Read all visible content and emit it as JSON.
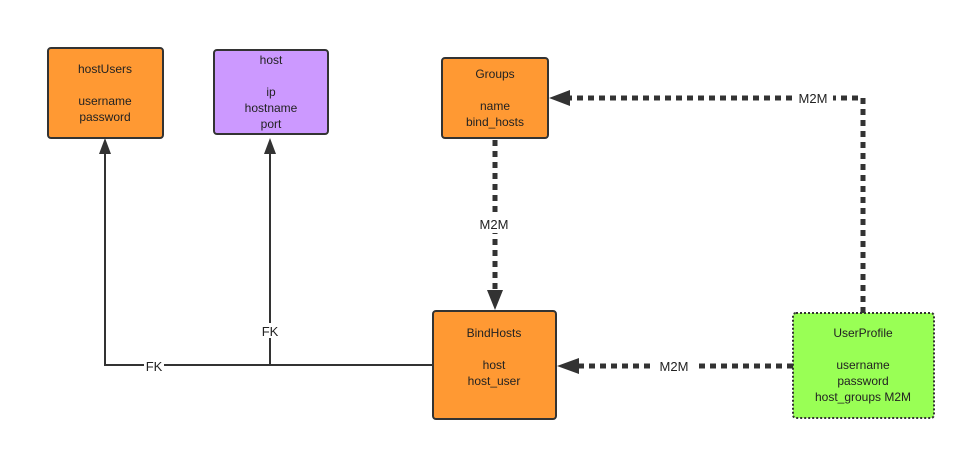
{
  "colors": {
    "entity_fill": "#ff9933",
    "host_fill": "#cc99ff",
    "profile_fill": "#99ff55",
    "border": "#333333",
    "line": "#333333"
  },
  "nodes": {
    "host_users": {
      "title": "hostUsers",
      "fields": [
        "username",
        "password"
      ]
    },
    "host": {
      "title": "host",
      "fields": [
        "ip",
        "hostname",
        "port"
      ]
    },
    "groups": {
      "title": "Groups",
      "fields": [
        "name",
        "bind_hosts"
      ]
    },
    "bind_hosts": {
      "title": "BindHosts",
      "fields": [
        "host",
        "host_user"
      ]
    },
    "user_profile": {
      "title": "UserProfile",
      "fields": [
        "username",
        "password",
        "host_groups M2M"
      ]
    }
  },
  "edges": {
    "bindhosts_to_hostusers": {
      "label": "FK",
      "style": "solid"
    },
    "bindhosts_to_host": {
      "label": "FK",
      "style": "solid"
    },
    "groups_to_bindhosts": {
      "label": "M2M",
      "style": "dotted"
    },
    "userprofile_to_groups": {
      "label": "M2M",
      "style": "dotted"
    },
    "userprofile_to_bindhosts": {
      "label": "M2M",
      "style": "dotted"
    }
  }
}
